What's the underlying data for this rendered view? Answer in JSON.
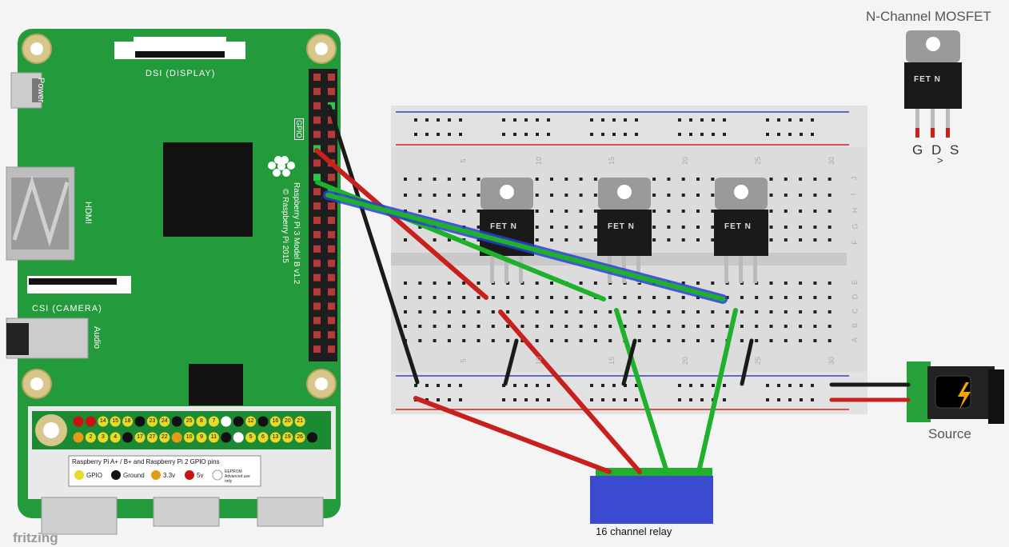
{
  "labels": {
    "mosfet_title": "N-Channel MOSFET",
    "gds": "G D S",
    "gds_arrow": ">",
    "source": "Source",
    "relay": "16 channel relay",
    "fritzing": "fritzing",
    "dsi": "DSI (DISPLAY)",
    "power": "Power",
    "hdmi": "HDMI",
    "csi": "CSI (CAMERA)",
    "audio": "Audio",
    "gpio": "GPIO",
    "model": "Raspberry Pi 3 Model B v1.2",
    "copyright": "© Raspberry Pi 2015",
    "fet_mark": "FET N",
    "legend_title": "Raspberry Pi A+ / B+ and Raspberry Pi 2 GPIO pins",
    "legend_gpio": "GPIO",
    "legend_ground": "Ground",
    "legend_33v": "3.3v",
    "legend_5v": "5v",
    "legend_eeprom": "EEPROM Advanced use only"
  },
  "breadboard_numbers": [
    "5",
    "10",
    "15",
    "20",
    "25",
    "30"
  ],
  "breadboard_rows_top": [
    "J",
    "I",
    "H",
    "G",
    "F"
  ],
  "breadboard_rows_bottom": [
    "E",
    "D",
    "C",
    "B",
    "A"
  ],
  "pin_top_row": [
    "",
    "",
    "14",
    "15",
    "18",
    "",
    "23",
    "24",
    "",
    "25",
    "8",
    "7",
    "",
    "",
    "12",
    "",
    "16",
    "20",
    "21"
  ],
  "pin_bottom_row": [
    "",
    "2",
    "3",
    "4",
    "",
    "17",
    "27",
    "22",
    "",
    "10",
    "9",
    "11",
    "",
    "",
    "5",
    "6",
    "13",
    "19",
    "26",
    ""
  ],
  "colors": {
    "pcb_green": "#239a3b",
    "wire_red": "#c8201c",
    "wire_green": "#1fb02c",
    "wire_black": "#1a1a1a",
    "relay_blue": "#3a4bd0",
    "highlight_blue": "#2a3fd6"
  }
}
